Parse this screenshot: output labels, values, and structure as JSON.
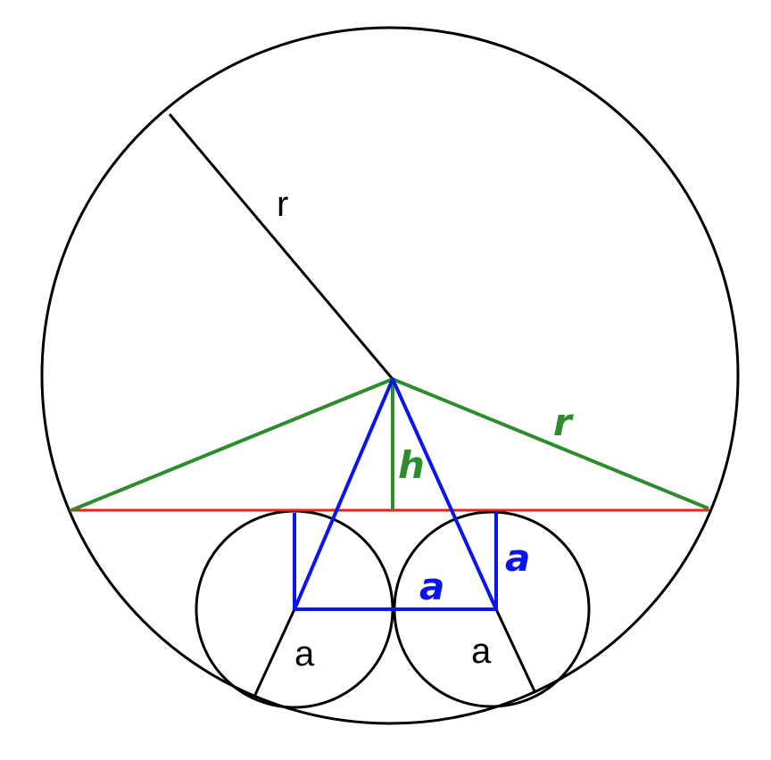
{
  "labels": {
    "radius_black": "r",
    "radius_green": "r",
    "height": "h",
    "small_radius_left": "a",
    "small_radius_right": "a",
    "blue_half_base": "a",
    "blue_vertical": "a"
  },
  "colors": {
    "black": "#000000",
    "green": "#2e8b2e",
    "red": "#e8241c",
    "blue": "#0a14f0"
  }
}
